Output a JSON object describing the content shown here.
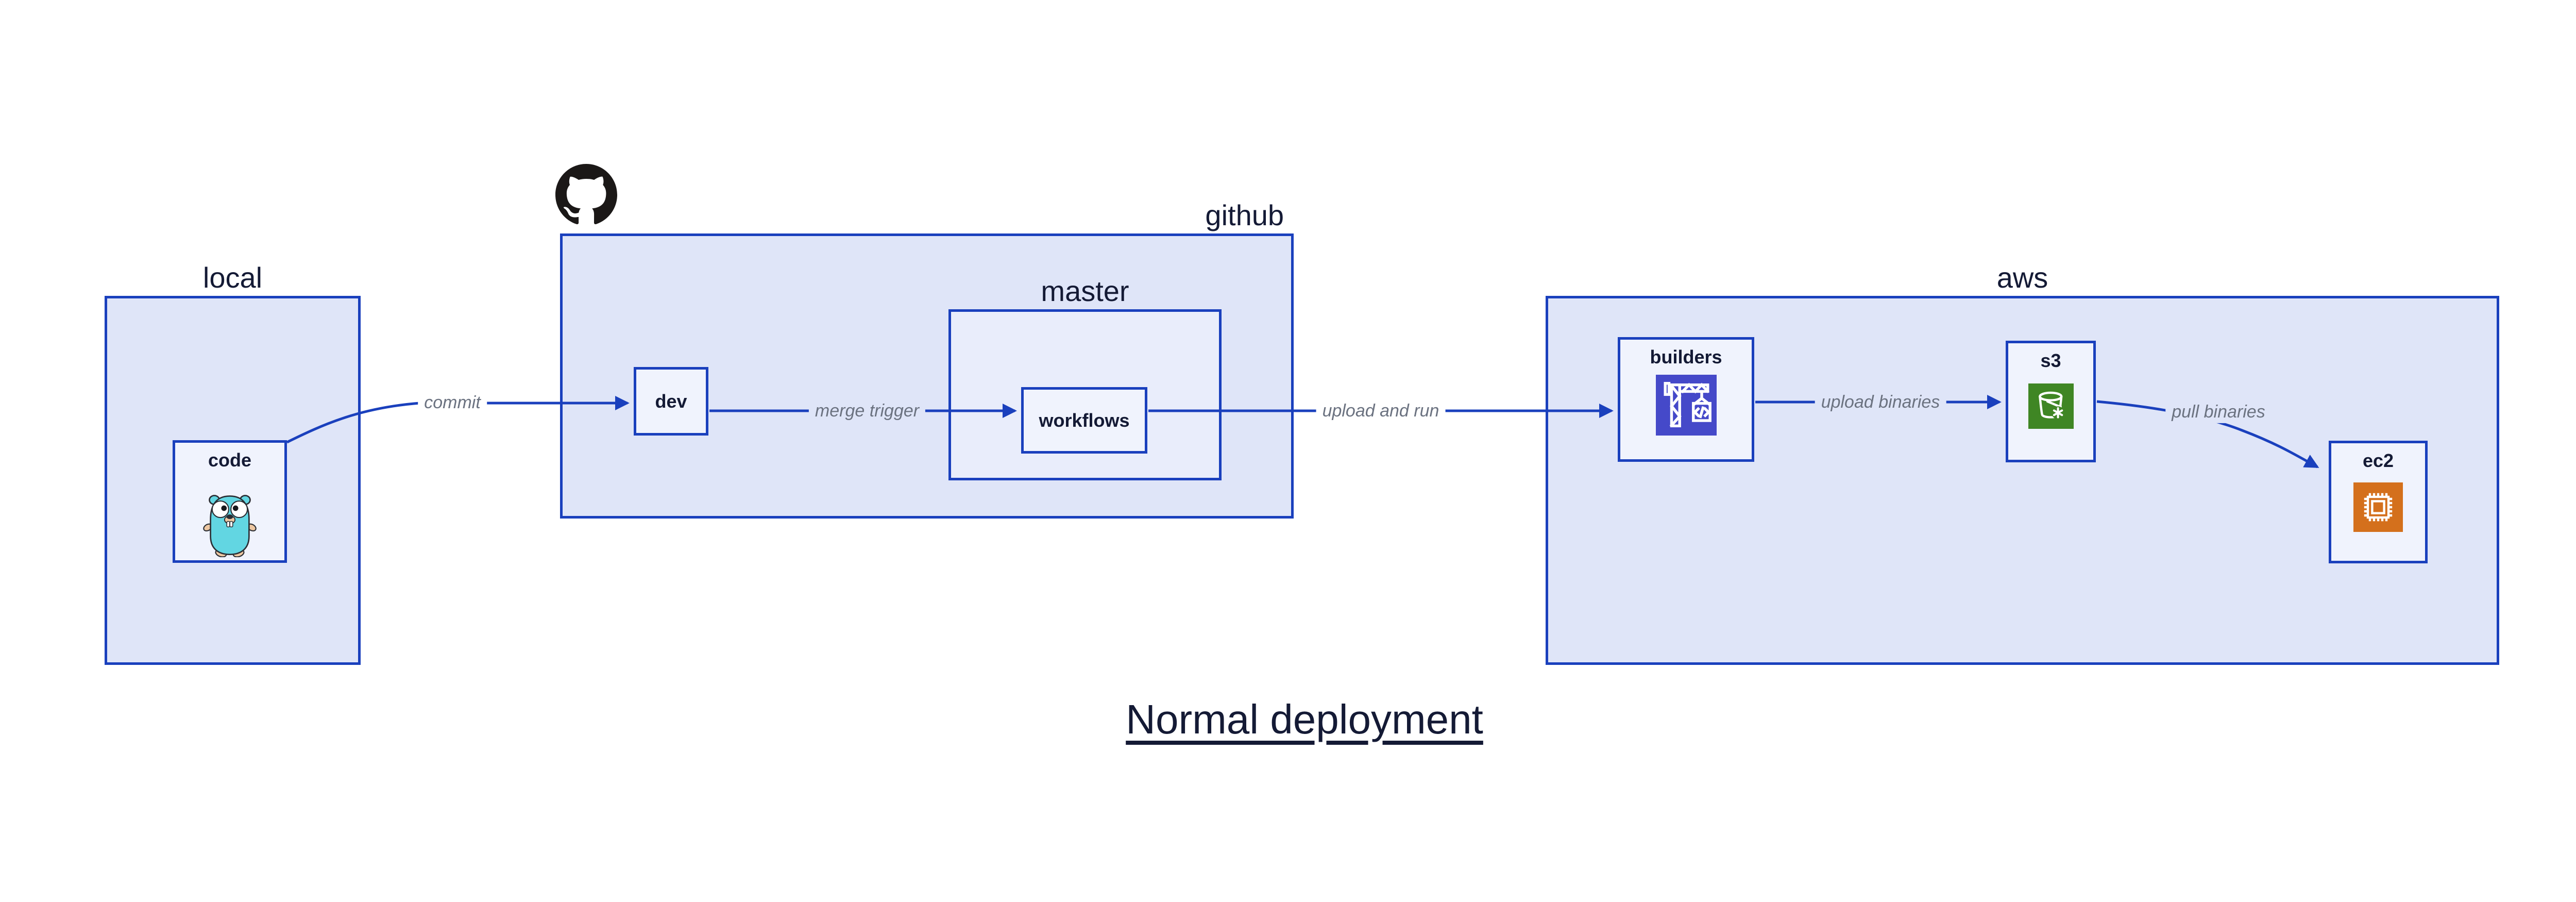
{
  "diagram": {
    "title": "Normal deployment",
    "groups": {
      "local": {
        "label": "local"
      },
      "github": {
        "label": "github"
      },
      "master": {
        "label": "master"
      },
      "aws": {
        "label": "aws"
      }
    },
    "nodes": {
      "code": {
        "label": "code",
        "icon": "go-gopher"
      },
      "dev": {
        "label": "dev"
      },
      "workflows": {
        "label": "workflows"
      },
      "builders": {
        "label": "builders",
        "icon": "codebuild-crane"
      },
      "s3": {
        "label": "s3",
        "icon": "s3-bucket"
      },
      "ec2": {
        "label": "ec2",
        "icon": "ec2-chip"
      }
    },
    "edges": {
      "commit": {
        "label": "commit"
      },
      "merge_trigger": {
        "label": "merge trigger"
      },
      "upload_and_run": {
        "label": "upload and run"
      },
      "upload_binaries": {
        "label": "upload binaries"
      },
      "pull_binaries": {
        "label": "pull binaries"
      }
    },
    "colors": {
      "line_blue": "#1a40bd",
      "outer_group_fill": "#dfe5f8",
      "master_group_fill": "#e9edfb",
      "node_fill": "#f0f3fd",
      "text_navy": "#141a35",
      "edge_label_gray": "#6b7280",
      "codebuild_indigo": "#4549c9",
      "s3_green": "#3f8624",
      "ec2_orange": "#d4701c",
      "github_black": "#1b1817",
      "gopher_teal": "#62d6e2"
    }
  }
}
